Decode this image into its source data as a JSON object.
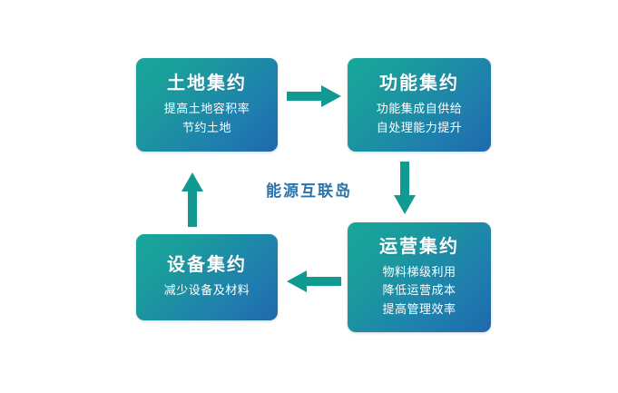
{
  "diagram": {
    "center_label": "能源互联岛",
    "accent_color": "#2b74ab",
    "arrow_color": "#109a92",
    "gradient_start": "#16a79a",
    "gradient_end": "#1f69ad",
    "nodes": [
      {
        "id": "land",
        "title": "土地集约",
        "lines": [
          "提高土地容积率",
          "节约土地"
        ]
      },
      {
        "id": "function",
        "title": "功能集约",
        "lines": [
          "功能集成自供给",
          "自处理能力提升"
        ]
      },
      {
        "id": "operation",
        "title": "运营集约",
        "lines": [
          "物料梯级利用",
          "降低运营成本",
          "提高管理效率"
        ]
      },
      {
        "id": "equipment",
        "title": "设备集约",
        "lines": [
          "减少设备及材料"
        ]
      }
    ],
    "arrows": [
      {
        "id": "top",
        "direction": "right",
        "from": "land",
        "to": "function"
      },
      {
        "id": "right",
        "direction": "down",
        "from": "function",
        "to": "operation"
      },
      {
        "id": "bottom",
        "direction": "left",
        "from": "operation",
        "to": "equipment"
      },
      {
        "id": "left",
        "direction": "up",
        "from": "equipment",
        "to": "land"
      }
    ]
  }
}
